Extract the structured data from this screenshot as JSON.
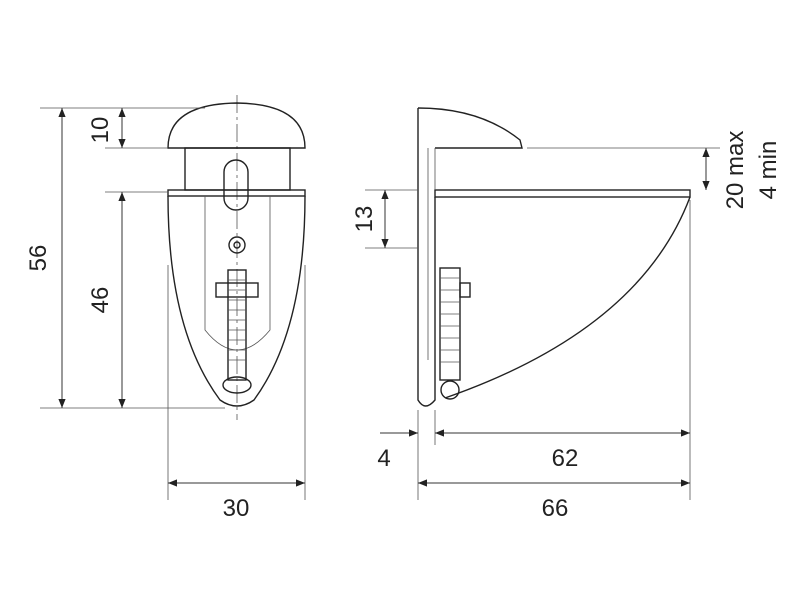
{
  "drawing": {
    "front_view": {
      "dim_total_height": "56",
      "dim_cap_height": "10",
      "dim_body_height": "46",
      "dim_width": "30"
    },
    "side_view": {
      "dim_gap": "13",
      "dim_clamp_max": "20 max",
      "dim_clamp_min": "4 min",
      "dim_wall": "4",
      "dim_depth": "62",
      "dim_total_depth": "66"
    },
    "colors": {
      "line": "#222222",
      "background": "#ffffff"
    }
  }
}
